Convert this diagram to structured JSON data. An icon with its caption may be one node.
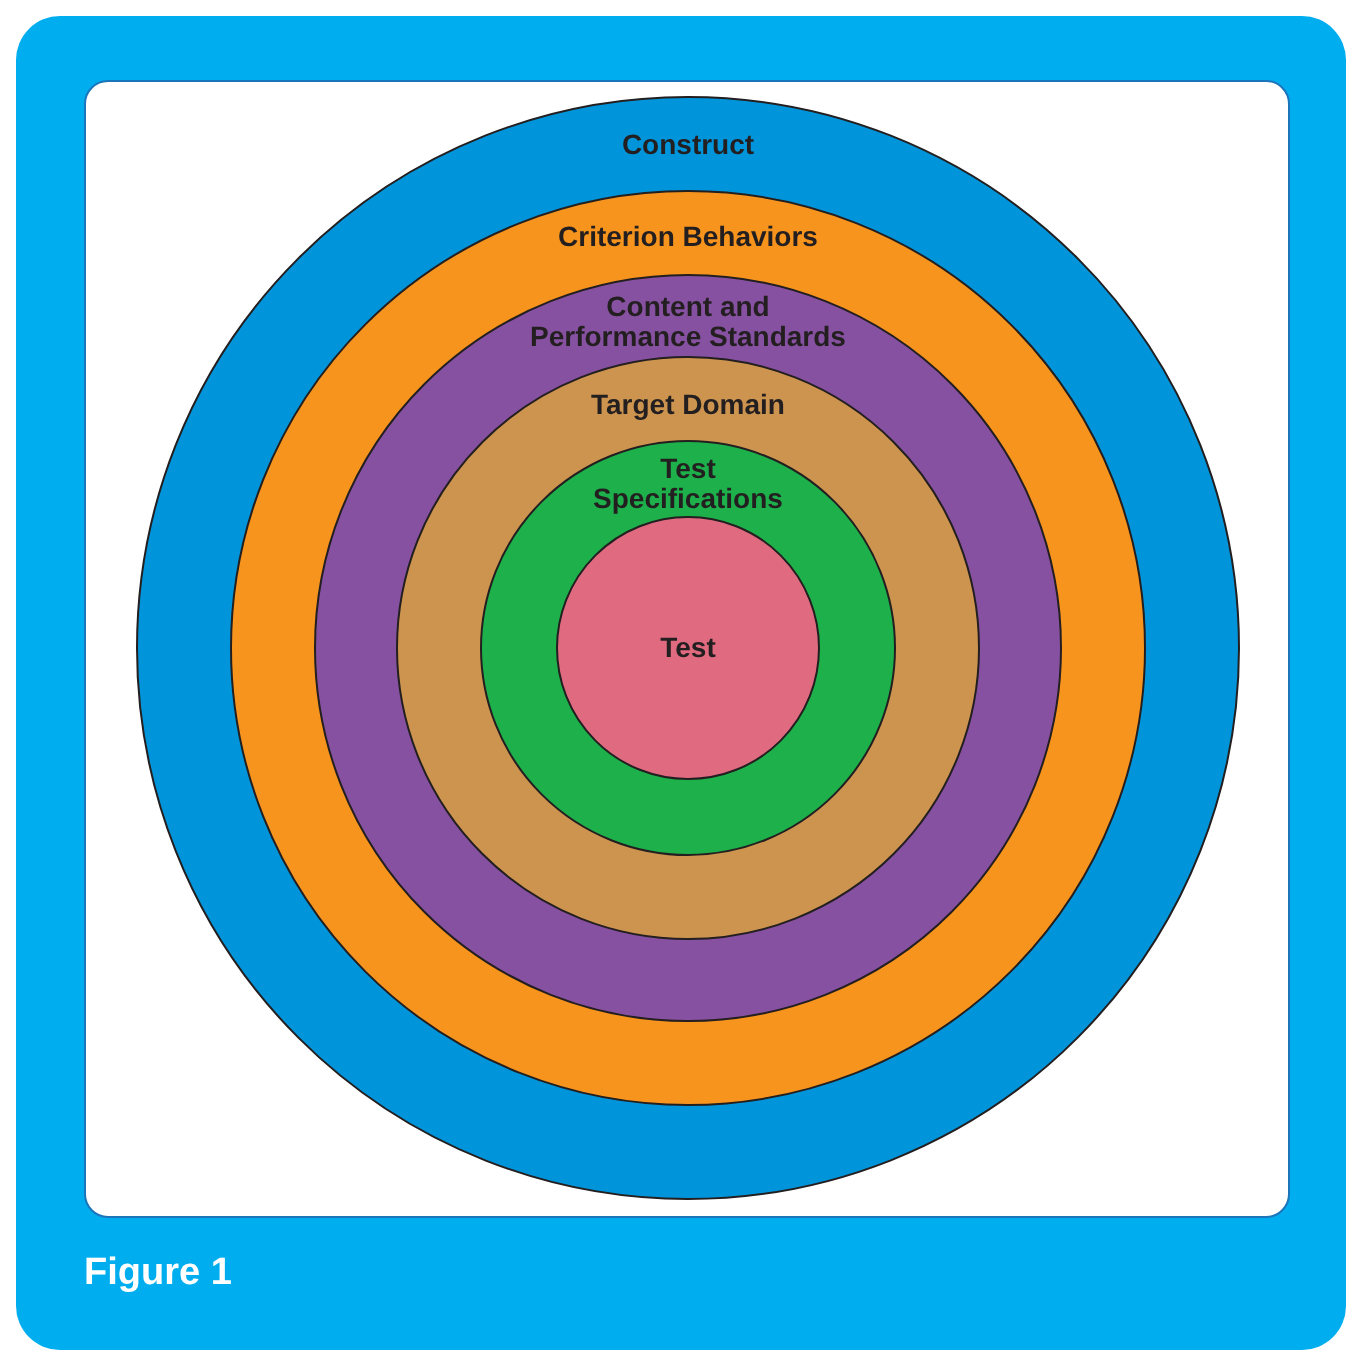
{
  "diagram": {
    "caption": "Figure 1",
    "nodes": [
      {
        "text": [
          "Construct"
        ]
      },
      {
        "text": [
          "Criterion Behaviors"
        ],
        "in": 0
      },
      {
        "text": [
          "Content and Performance Standards"
        ],
        "in": 1
      },
      {
        "text": [
          "Target Domain"
        ],
        "in": 2
      },
      {
        "text": [
          "Test Specifications"
        ],
        "in": 3
      },
      {
        "text": [
          "Test"
        ],
        "in": 4
      }
    ]
  }
}
